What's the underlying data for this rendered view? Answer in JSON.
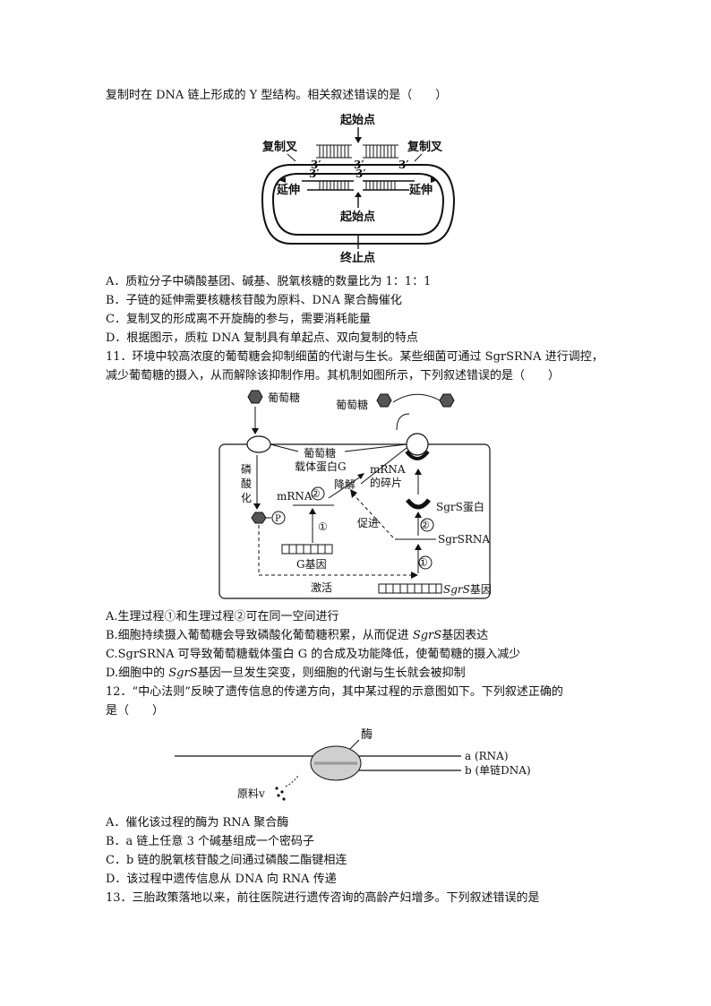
{
  "q10": {
    "stem_tail": "复制时在 DNA 链上形成的 Y 型结构。相关叙述错误的是（　　）",
    "fig": {
      "origin_top": "起始点",
      "fork_left": "复制叉",
      "fork_right": "复制叉",
      "p3_a": "3′",
      "p3_b": "3′",
      "p3_c": "3′",
      "p3_d": "3′",
      "p3_e": "3′",
      "ext_left": "延伸",
      "ext_right": "延伸",
      "origin_bottom": "起始点",
      "terminus": "终止点"
    },
    "options": [
      "A．质粒分子中磷酸基团、碱基、脱氧核糖的数量比为 1：1：1",
      "B．子链的延伸需要核糖核苷酸为原料、DNA 聚合酶催化",
      "C．复制叉的形成离不开旋酶的参与，需要消耗能量",
      "D．根据图示，质粒 DNA 复制具有单起点、双向复制的特点"
    ]
  },
  "q11": {
    "stem_line1": "11．环境中较高浓度的葡萄糖会抑制细菌的代谢与生长。某些细菌可通过 SgrSRNA 进行调控，",
    "stem_line2": "减少葡萄糖的摄入，从而解除该抑制作用。其机制如图所示，下列叙述错误的是（　　）",
    "fig": {
      "glucose_left": "葡萄糖",
      "glucose_right": "葡萄糖",
      "phos1": "磷",
      "phos2": "酸",
      "phos3": "化",
      "p_symbol": "P",
      "carrier1": "葡萄糖",
      "carrier2": "载体蛋白G",
      "mrna": "mRNA",
      "circ2a": "②",
      "degrade": "降解",
      "frag1": "mRNA",
      "frag2": "的碎片",
      "circ1a": "①",
      "g_gene": "G基因",
      "promote": "促进",
      "sgrs_protein": "SgrS蛋白",
      "circ2b": "②",
      "sgrsrna": "SgrSRNA",
      "circ1b": "①",
      "activate": "激活",
      "sgrs_gene_italic": "SgrS",
      "sgrs_gene_suffix": "基因"
    },
    "options": [
      {
        "pre": "A.生理过程①和生理过程②可在同一空间进行",
        "it": "",
        "post": ""
      },
      {
        "pre": "B.细胞持续摄入葡萄糖会导致磷酸化葡萄糖积累，从而促进 ",
        "it": "SgrS",
        "post": "基因表达"
      },
      {
        "pre": "C.SgrSRNA 可导致葡萄糖载体蛋白 G 的合成及功能降低，使葡萄糖的摄入减少",
        "it": "",
        "post": ""
      },
      {
        "pre": "D.细胞中的 ",
        "it": "SgrS",
        "post": "基因一旦发生突变，则细胞的代谢与生长就会被抑制"
      }
    ]
  },
  "q12": {
    "stem_line1": "12．“中心法则”反映了遗传信息的传递方向，其中某过程的示意图如下。下列叙述正确的",
    "stem_line2": "是（　　）",
    "fig": {
      "enzyme": "酶",
      "strand_a": "a (RNA)",
      "strand_b": "b (单链DNA)",
      "material": "原料v"
    },
    "options": [
      "A．催化该过程的酶为 RNA 聚合酶",
      "B．a 链上任意 3 个碱基组成一个密码子",
      "C．b 链的脱氧核苷酸之间通过磷酸二酯键相连",
      "D．该过程中遗传信息从 DNA 向 RNA 传递"
    ]
  },
  "q13": {
    "stem_line1": "13．三胎政策落地以来，前往医院进行遗传咨询的高龄产妇增多。下列叙述错误的是"
  }
}
